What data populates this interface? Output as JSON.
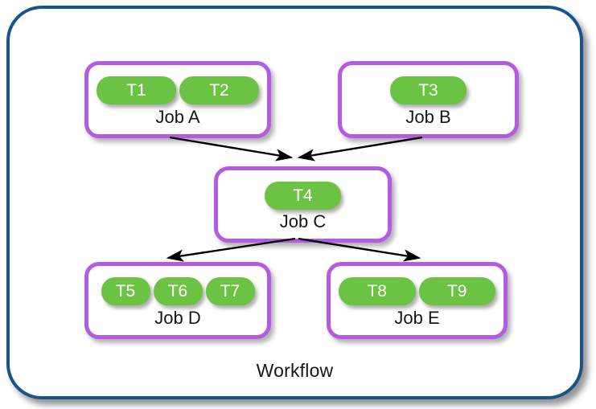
{
  "diagram": {
    "title": "Workflow",
    "colors": {
      "frame_border": "#16548a",
      "job_border": "#b35ce0",
      "task_fill": "#6cc242",
      "task_text": "#ffffff",
      "label_text": "#161616",
      "background": "#ffffff",
      "arrow": "#000000"
    },
    "jobs": [
      {
        "id": "job-a",
        "label": "Job A",
        "tasks": [
          {
            "label": "T1",
            "size": "wide"
          },
          {
            "label": "T2",
            "size": "wide"
          }
        ]
      },
      {
        "id": "job-b",
        "label": "Job B",
        "tasks": [
          {
            "label": "T3",
            "size": "medium"
          }
        ]
      },
      {
        "id": "job-c",
        "label": "Job C",
        "tasks": [
          {
            "label": "T4",
            "size": "medium"
          }
        ]
      },
      {
        "id": "job-d",
        "label": "Job D",
        "tasks": [
          {
            "label": "T5",
            "size": "narrow"
          },
          {
            "label": "T6",
            "size": "narrow"
          },
          {
            "label": "T7",
            "size": "narrow"
          }
        ]
      },
      {
        "id": "job-e",
        "label": "Job E",
        "tasks": [
          {
            "label": "T8",
            "size": "wide"
          },
          {
            "label": "T9",
            "size": "wide"
          }
        ]
      }
    ],
    "edges": [
      {
        "id": "edge-a-to-c",
        "from": "job-a",
        "to": "job-c"
      },
      {
        "id": "edge-b-to-c",
        "from": "job-b",
        "to": "job-c"
      },
      {
        "id": "edge-c-to-d",
        "from": "job-c",
        "to": "job-d"
      },
      {
        "id": "edge-c-to-e",
        "from": "job-c",
        "to": "job-e"
      }
    ]
  }
}
